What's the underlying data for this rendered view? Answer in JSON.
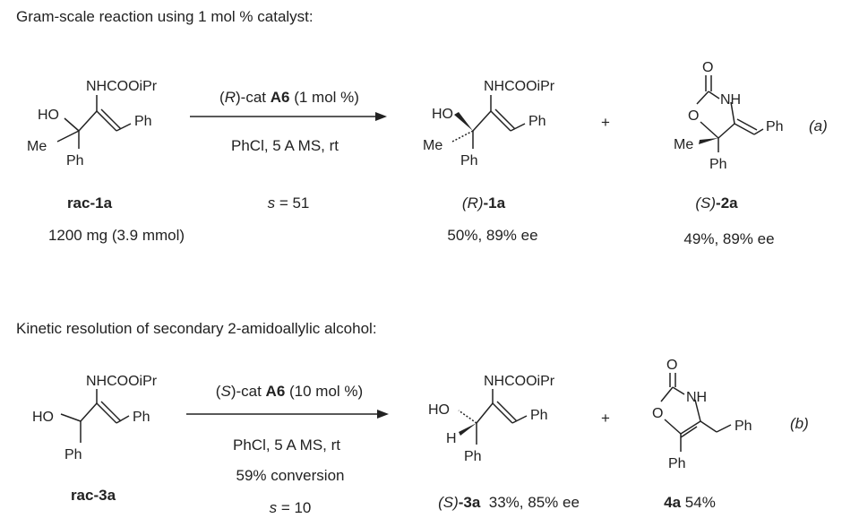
{
  "section_a": {
    "heading": "Gram-scale reaction using 1 mol % catalyst:",
    "arrow_above": {
      "prefix": "(",
      "config": "R",
      "mid": ")-cat ",
      "cat": "A6",
      "tail": " (1 mol %)"
    },
    "arrow_below": "PhCl, 5 A MS, rt",
    "s_label": "s",
    "s_value": " = 51",
    "sm": {
      "atoms": {
        "nh": "NHCOOiPr",
        "ho": "HO",
        "me": "Me",
        "ph1": "Ph",
        "ph2": "Ph"
      },
      "name": "rac-1a",
      "amount": "1200 mg (3.9 mmol)"
    },
    "p1": {
      "atoms": {
        "nh": "NHCOOiPr",
        "ho": "HO",
        "me": "Me",
        "ph1": "Ph",
        "ph2": "Ph"
      },
      "name_config": "(R)",
      "name_cpd": "-1a",
      "result": "50%, 89% ee"
    },
    "plus": "+",
    "p2": {
      "atoms": {
        "o_top": "O",
        "nh": "NH",
        "o_ring": "O",
        "me": "Me",
        "ph1": "Ph",
        "ph2": "Ph"
      },
      "name_config": "(S)",
      "name_cpd": "-2a",
      "result": "49%, 89% ee"
    },
    "tag": "(a)"
  },
  "section_b": {
    "heading": "Kinetic resolution of secondary 2-amidoallylic alcohol:",
    "arrow_above": {
      "prefix": "(",
      "config": "S",
      "mid": ")-cat ",
      "cat": "A6",
      "tail": " (10 mol %)"
    },
    "arrow_below": "PhCl, 5 A MS, rt",
    "conversion": "59% conversion",
    "s_label": "s",
    "s_value": " = 10",
    "sm": {
      "atoms": {
        "nh": "NHCOOiPr",
        "ho": "HO",
        "ph1": "Ph",
        "ph2": "Ph"
      },
      "name": "rac-3a"
    },
    "p1": {
      "atoms": {
        "nh": "NHCOOiPr",
        "ho": "HO",
        "h": "H",
        "ph1": "Ph",
        "ph2": "Ph"
      },
      "name_config": "(S)",
      "name_cpd": "-3a",
      "result": "  33%, 85% ee"
    },
    "plus": "+",
    "p2": {
      "atoms": {
        "o_top": "O",
        "nh": "NH",
        "o_ring": "O",
        "ph1": "Ph",
        "ph2": "Ph"
      },
      "name_cpd": "4a",
      "result": " 54%"
    },
    "tag": "(b)"
  }
}
